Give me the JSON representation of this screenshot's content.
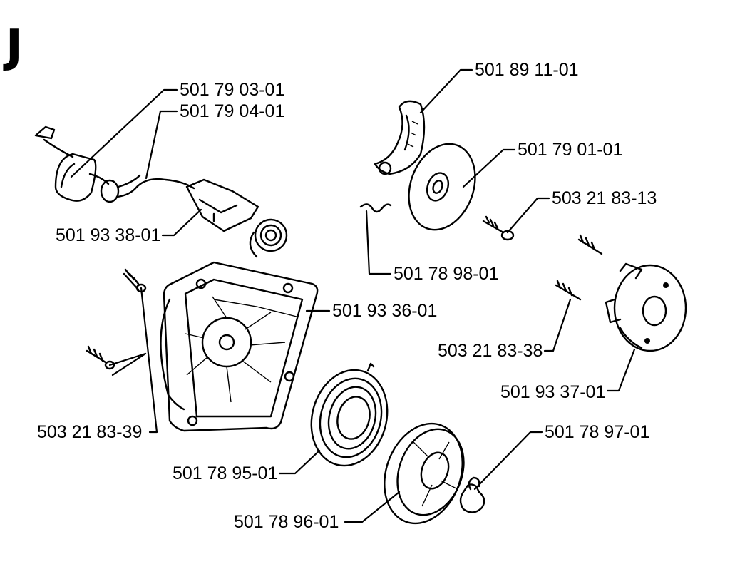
{
  "section_letter": "J",
  "labels": {
    "p_501790301": "501 79 03-01",
    "p_501790401": "501 79 04-01",
    "p_501933801": "501 93 38-01",
    "p_501891101": "501 89 11-01",
    "p_501790101": "501 79 01-01",
    "p_503218313": "503 21 83-13",
    "p_501789801": "501 78 98-01",
    "p_501933601": "501 93 36-01",
    "p_503218338": "503 21 83-38",
    "p_501933701": "501 93 37-01",
    "p_503218339": "503 21 83-39",
    "p_501789701": "501 78 97-01",
    "p_501789501": "501 78 95-01",
    "p_501789601": "501 78 96-01"
  }
}
